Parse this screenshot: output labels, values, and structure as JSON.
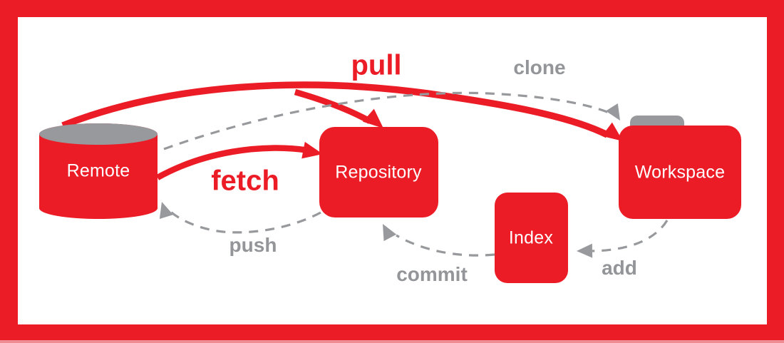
{
  "diagram": {
    "description": "Git workflow diagram",
    "nodes": [
      {
        "id": "remote",
        "label": "Remote",
        "shape": "cylinder"
      },
      {
        "id": "repository",
        "label": "Repository",
        "shape": "rounded-rectangle"
      },
      {
        "id": "index",
        "label": "Index",
        "shape": "rounded-rectangle"
      },
      {
        "id": "workspace",
        "label": "Workspace",
        "shape": "folder"
      }
    ],
    "edges": [
      {
        "label": "pull",
        "from": "remote",
        "to": "workspace",
        "branch_to": "repository",
        "style": "solid-bold",
        "color": "#EC1C26"
      },
      {
        "label": "clone",
        "from": "remote",
        "to": "workspace",
        "style": "dashed",
        "color": "#97999C"
      },
      {
        "label": "fetch",
        "from": "remote",
        "to": "repository",
        "style": "solid-bold",
        "color": "#EC1C26"
      },
      {
        "label": "push",
        "from": "repository",
        "to": "remote",
        "style": "dashed",
        "color": "#97999C"
      },
      {
        "label": "commit",
        "from": "index",
        "to": "repository",
        "style": "dashed",
        "color": "#97999C"
      },
      {
        "label": "add",
        "from": "workspace",
        "to": "index",
        "style": "dashed",
        "color": "#97999C"
      }
    ],
    "colors": {
      "accent_red": "#EC1C26",
      "shape_gray": "#97999C",
      "label_gray": "#939598",
      "node_text": "#FFFFFF",
      "background": "#FFFFFF"
    }
  }
}
